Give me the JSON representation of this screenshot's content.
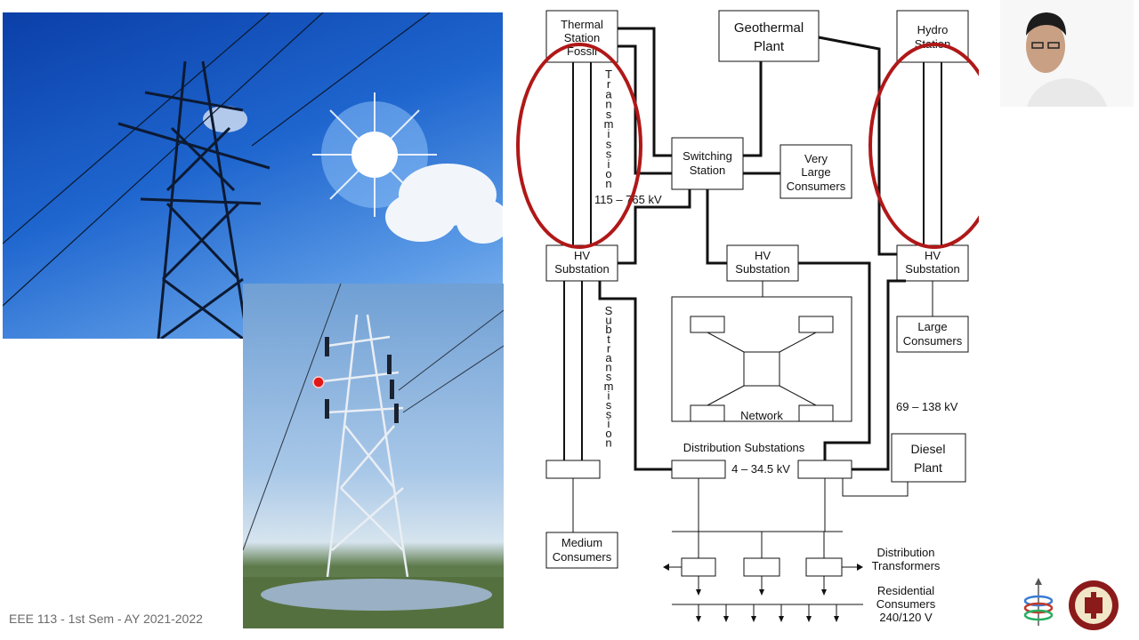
{
  "footer": {
    "course": "EEE 113 - 1st Sem - AY 2021-2022"
  },
  "diagram": {
    "thermal": [
      "Thermal",
      "Station",
      "Fossil"
    ],
    "geothermal": [
      "Geothermal",
      "Plant"
    ],
    "hydro": [
      "Hydro",
      "Station"
    ],
    "transmission_letters": [
      "T",
      "r",
      "a",
      "n",
      "s",
      "m",
      "i",
      "s",
      "s",
      "i",
      "o",
      "n"
    ],
    "transmission_voltage": "115 – 765 kV",
    "switching": [
      "Switching",
      "Station"
    ],
    "very_large": [
      "Very",
      "Large",
      "Consumers"
    ],
    "hv_left": [
      "HV",
      "Substation"
    ],
    "hv_mid": [
      "HV",
      "Substation"
    ],
    "hv_right": [
      "HV",
      "Substation"
    ],
    "large": [
      "Large",
      "Consumers"
    ],
    "subtrans_letters": [
      "S",
      "u",
      "b",
      "t",
      "r",
      "a",
      "n",
      "s",
      "m",
      "i",
      "s",
      "s",
      "i",
      "o",
      "n"
    ],
    "network": "Network",
    "subtrans_voltage": "69 – 138 kV",
    "diesel": [
      "Diesel",
      "Plant"
    ],
    "dist_substations": "Distribution Substations",
    "dist_voltage": "4 – 34.5 kV",
    "medium": [
      "Medium",
      "Consumers"
    ],
    "dist_transformers": [
      "Distribution",
      "Transformers"
    ],
    "residential": [
      "Residential",
      "Consumers",
      "240/120 V"
    ]
  },
  "colors": {
    "highlight": "#b01818",
    "sky": "#1f66cf"
  },
  "icons": [
    "sun-icon",
    "transmission-tower-icon",
    "laser-pointer-dot",
    "university-seal-icon",
    "department-logo-icon",
    "presenter-video"
  ]
}
